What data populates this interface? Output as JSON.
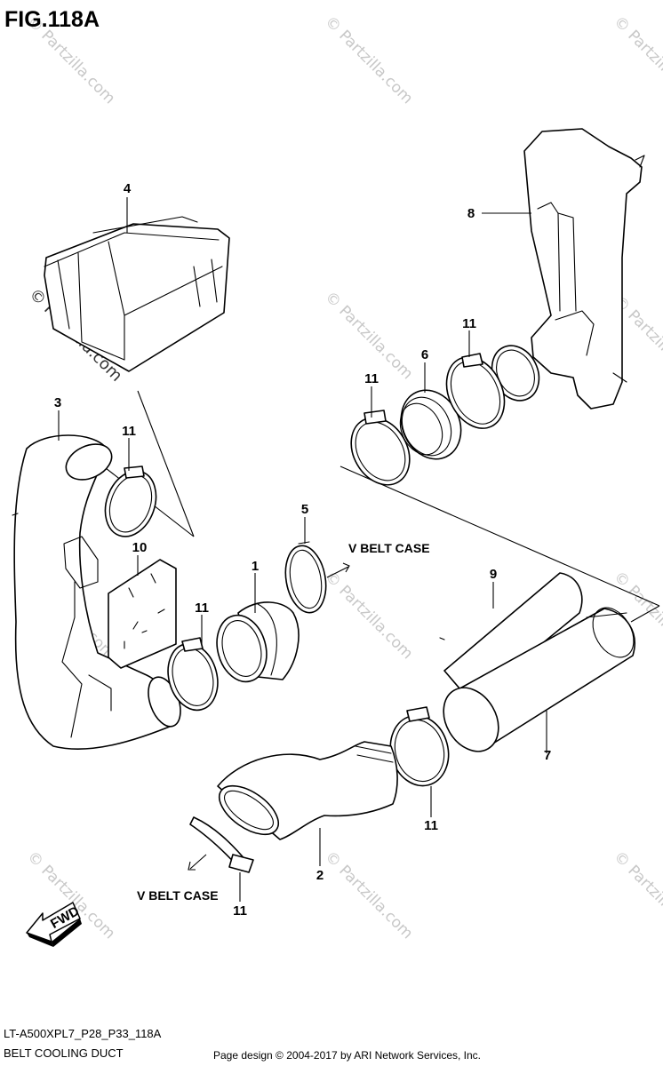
{
  "figure": {
    "title": "FIG.118A",
    "code": "LT-A500XPL7_P28_P33_118A",
    "name": "BELT COOLING DUCT"
  },
  "callouts": [
    "1",
    "2",
    "3",
    "4",
    "5",
    "6",
    "7",
    "8",
    "9",
    "10",
    "11"
  ],
  "annotations": {
    "vbelt_upper": "V BELT CASE",
    "vbelt_lower": "V BELT CASE",
    "fwd": "FWD"
  },
  "footer": {
    "credit": "Page design © 2004-2017 by ARI Network Services, Inc."
  },
  "watermark": {
    "text": "© Partzilla.com"
  }
}
